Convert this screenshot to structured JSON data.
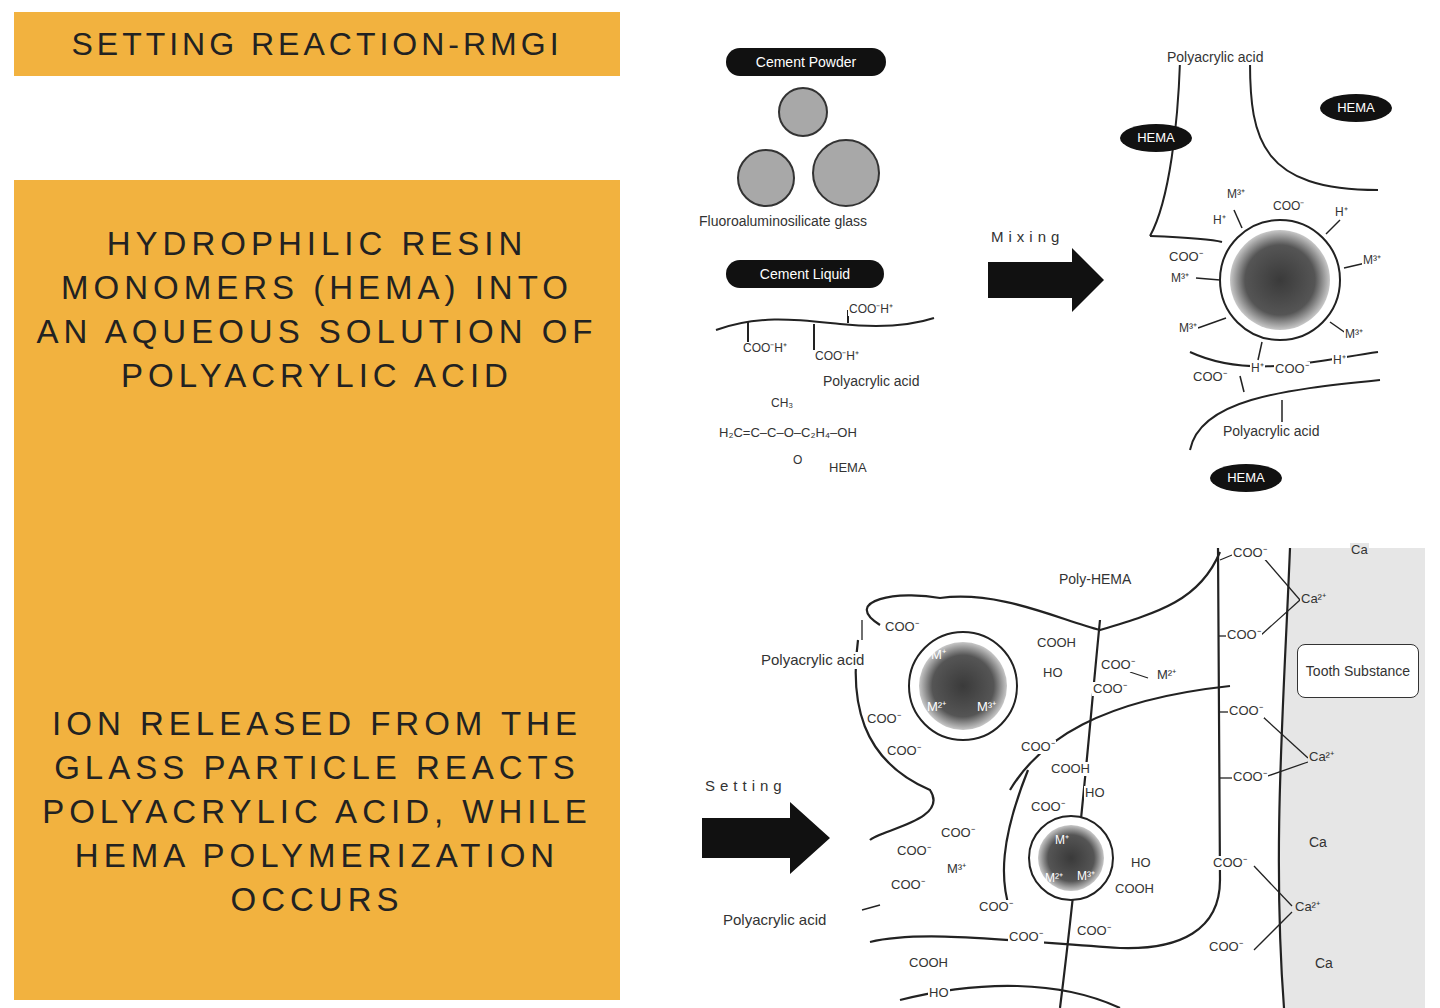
{
  "diagram": {
    "title": "SETTING REACTION-RMGI",
    "nodes": [
      {
        "text": [
          "HYDROPHILIC RESIN MONOMERS (HEMA) INTO AN AQUEOUS SOLUTION OF POLYACRYLIC ACID",
          "ION RELEASED FROM THE GLASS PARTICLE REACTS POLYACRYLIC ACID, WHILE HEMA POLYMERIZATION OCCURS"
        ]
      },
      {
        "text": [
          "Cement Powder"
        ]
      },
      {
        "text": [
          "Cement Liquid"
        ]
      },
      {
        "text": [
          "HEMA"
        ]
      },
      {
        "text": [
          "HEMA"
        ]
      },
      {
        "text": [
          "HEMA"
        ]
      },
      {
        "text": [
          "Tooth Substance"
        ]
      }
    ],
    "labels": [
      "Fluoroaluminosilicate glass",
      "COO⁻H⁺",
      "COO⁻H⁺",
      "COO⁻H⁺",
      "Polyacrylic acid",
      "CH₃",
      "H₂C=C–C–O–C₂H₄–OH",
      "O",
      "HEMA",
      "Mixing",
      "Polyacrylic acid",
      "M³⁺",
      "COO⁻",
      "H⁺",
      "H⁺",
      "COO⁻",
      "M³⁺",
      "M³⁺",
      "M³⁺",
      "M³⁺",
      "COO⁻",
      "H⁺",
      "COO⁻",
      "H⁺",
      "Polyacrylic acid",
      "Setting",
      "Poly-HEMA",
      "Polyacrylic acid",
      "Polyacrylic acid",
      "COO⁻",
      "COOH",
      "HO",
      "COO⁻",
      "COO⁻",
      "M²⁺",
      "COO⁻",
      "COO⁻",
      "COO⁻",
      "COOH",
      "HO",
      "COO⁻",
      "COO⁻",
      "COO⁻",
      "M³⁺",
      "COO⁻",
      "COO⁻",
      "COO⁻",
      "COO⁻",
      "HO",
      "COOH",
      "COOH",
      "HO",
      "COO⁻",
      "Ca",
      "Ca²⁺",
      "COO⁻",
      "COO⁻",
      "Ca²⁺",
      "COO⁻",
      "COO⁻",
      "Ca",
      "Ca²⁺",
      "COO⁻",
      "Ca",
      "M⁺",
      "M²⁺",
      "M³⁺",
      "M⁺",
      "M²⁺",
      "M³⁺"
    ]
  }
}
